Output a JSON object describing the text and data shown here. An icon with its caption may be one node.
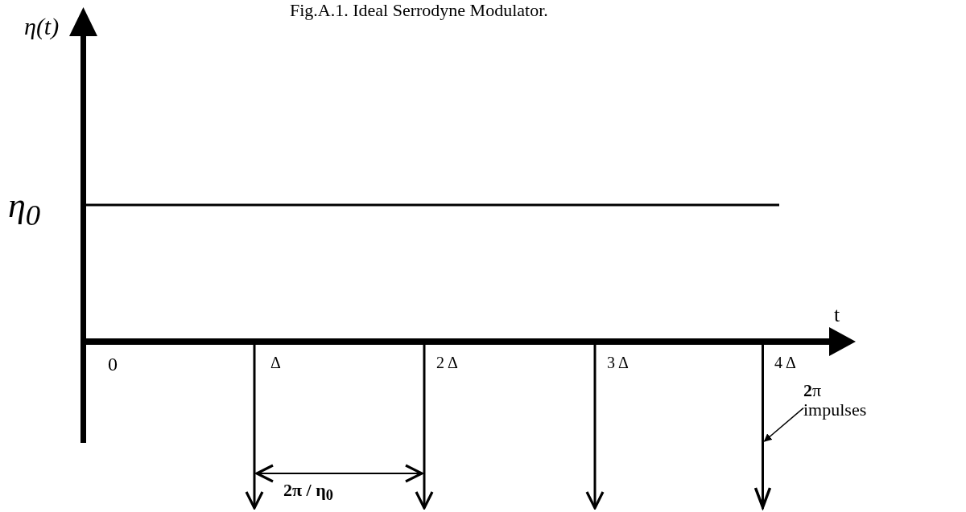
{
  "diagram": {
    "title": "Fig.A.1. Ideal Serrodyne Modulator.",
    "nodes": [
      {
        "text": [
          "**2**π impulses"
        ]
      },
      {
        "text": [],
        "shape": "bar"
      }
    ],
    "edges": [
      {
        "from": 0,
        "to": 1,
        "arrow": "to"
      }
    ],
    "labels": [
      "η(t)",
      "η$_{0}$",
      "t",
      "0",
      "Δ",
      "2 Δ",
      "3 Δ",
      "4 Δ",
      "2π / η$_{0}$"
    ]
  }
}
